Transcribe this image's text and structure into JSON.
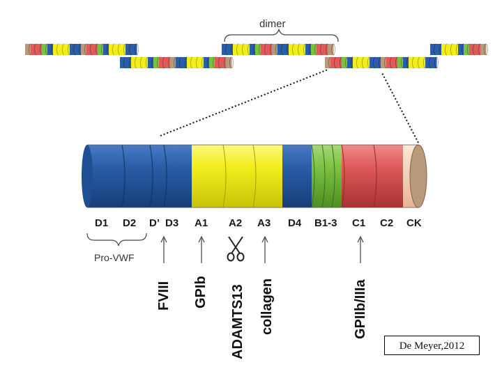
{
  "dimer_label": "dimer",
  "domains": [
    "D1",
    "D2",
    "D’",
    "D3",
    "A1",
    "A2",
    "A3",
    "D4",
    "B1-3",
    "C1",
    "C2",
    "CK"
  ],
  "pro_label": "Pro-VWF",
  "binding_partners": {
    "fviii": "FVIII",
    "gpib": "GPIb",
    "adamts13": "ADAMTS13",
    "collagen": "collagen",
    "gpiib_iiia": "GPIIb/IIIa"
  },
  "credit": "De Meyer,2012",
  "colors": {
    "d_domain": "#2a5ea8",
    "a_domain": "#f2ee1c",
    "b_domain": "#7cc242",
    "c_domain": "#e05a5a",
    "ck_light": "#f6d2b8",
    "ck_end": "#b89a7a"
  },
  "icons": [
    "scissors-icon",
    "arrow-up-icon"
  ]
}
